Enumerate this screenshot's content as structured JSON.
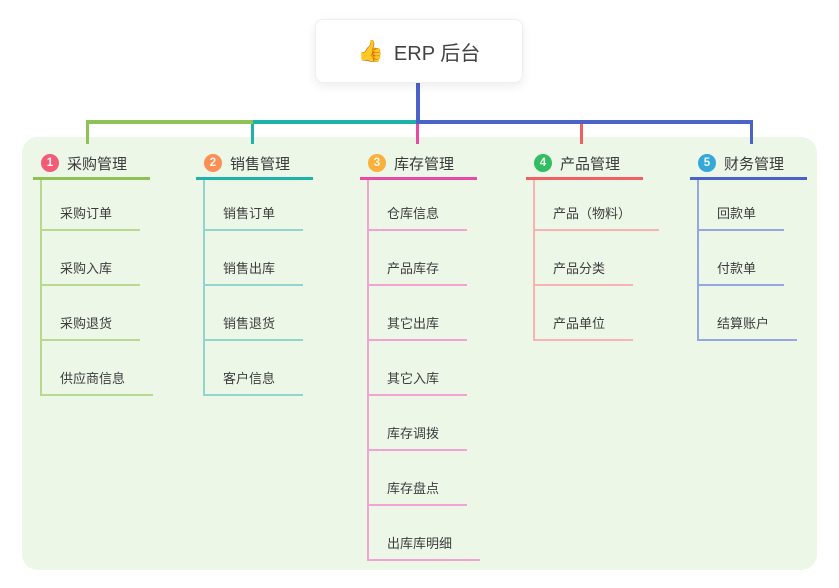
{
  "root": {
    "icon": "👍",
    "label": "ERP 后台"
  },
  "canvas": {
    "background": "#ffffff",
    "panel_background": "#ecf7e8",
    "trunk_color": "#4b63c8"
  },
  "branches": [
    {
      "num": "1",
      "label": "采购管理",
      "color": "#8fc255",
      "light_color": "#b7da90",
      "badge_color": "#f25c77",
      "children": [
        "采购订单",
        "采购入库",
        "采购退货",
        "供应商信息"
      ]
    },
    {
      "num": "2",
      "label": "销售管理",
      "color": "#1db3a8",
      "light_color": "#90d6cf",
      "badge_color": "#fb8f55",
      "children": [
        "销售订单",
        "销售出库",
        "销售退货",
        "客户信息"
      ]
    },
    {
      "num": "3",
      "label": "库存管理",
      "color": "#e84ba5",
      "light_color": "#f2a3d2",
      "badge_color": "#fbb03c",
      "children": [
        "仓库信息",
        "产品库存",
        "其它出库",
        "其它入库",
        "库存调拨",
        "库存盘点",
        "出库库明细"
      ]
    },
    {
      "num": "4",
      "label": "产品管理",
      "color": "#f15f63",
      "light_color": "#f9b3b3",
      "badge_color": "#33bd61",
      "children": [
        "产品（物料）",
        "产品分类",
        "产品单位"
      ]
    },
    {
      "num": "5",
      "label": "财务管理",
      "color": "#4b63c8",
      "light_color": "#93a7e3",
      "badge_color": "#34a8da",
      "children": [
        "回款单",
        "付款单",
        "结算账户"
      ]
    }
  ]
}
